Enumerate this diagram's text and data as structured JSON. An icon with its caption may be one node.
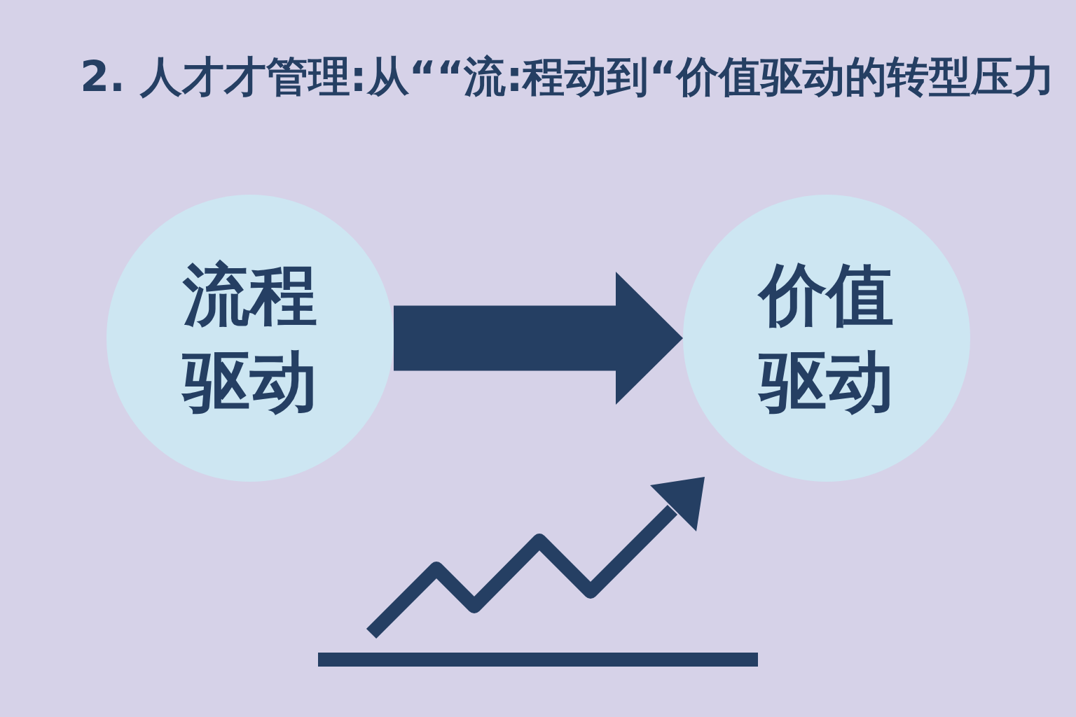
{
  "diagram": {
    "title": "2. 人才才管理:从““流:程动到“价值驱动的转型压力",
    "nodes": [
      {
        "text": [
          "流程驱动"
        ]
      },
      {
        "text": [
          "价值驱动"
        ]
      }
    ],
    "edges": [
      {
        "from": 0,
        "to": 1,
        "arrow": "to"
      }
    ]
  }
}
